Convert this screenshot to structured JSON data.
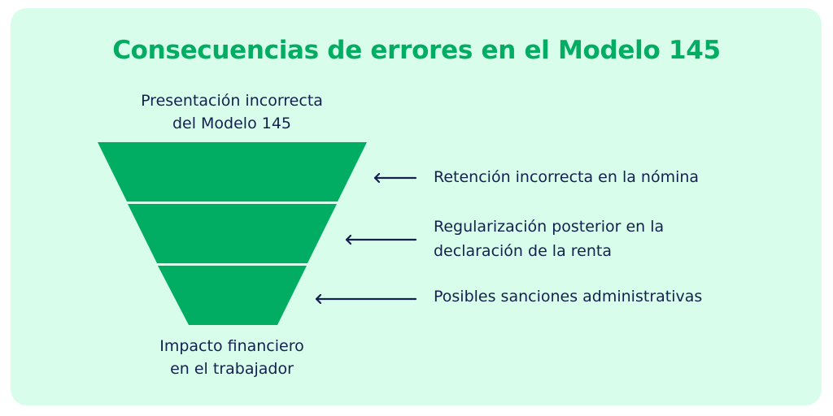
{
  "title": "Consecuencias de errores en el Modelo 145",
  "funnel": {
    "top_label": [
      "Presentación incorrecta",
      "del Modelo 145"
    ],
    "bottom_label": [
      "Impacto financiero",
      "en el trabajador"
    ],
    "fill_color": "#00ad63",
    "levels": 3
  },
  "consequences": [
    {
      "lines": [
        "Retención incorrecta en la nómina"
      ]
    },
    {
      "lines": [
        "Regularización posterior en la",
        "declaración de la renta"
      ]
    },
    {
      "lines": [
        "Posibles sanciones administrativas"
      ]
    }
  ],
  "colors": {
    "background": "#d8fdea",
    "accent": "#00ad63",
    "text": "#14214f"
  }
}
